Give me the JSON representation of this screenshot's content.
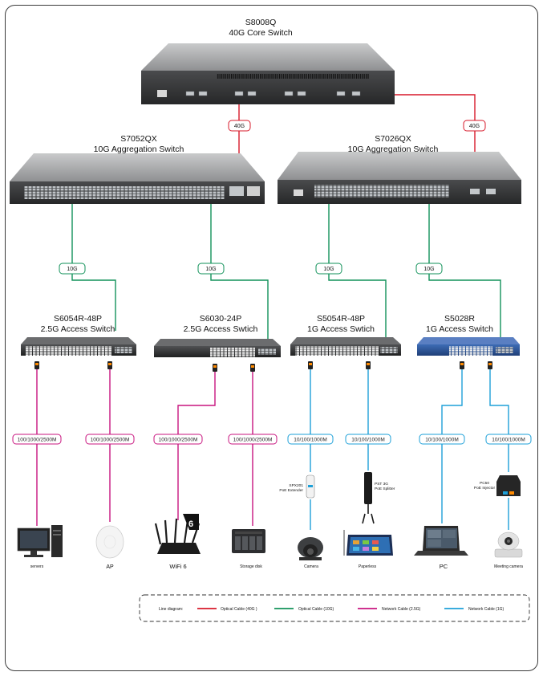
{
  "switches": {
    "core": {
      "model": "S8008Q",
      "role": "40G Core Switch"
    },
    "agg_left": {
      "model": "S7052QX",
      "role": "10G Aggregation Switch"
    },
    "agg_right": {
      "model": "S7026QX",
      "role": "10G Aggregation Switch"
    },
    "access1": {
      "model": "S6054R-48P",
      "role": "2.5G Access Switch"
    },
    "access2": {
      "model": "S6030-24P",
      "role": "2.5G Access Swtich"
    },
    "access3": {
      "model": "S5054R-48P",
      "role": "1G Access Swtich"
    },
    "access4": {
      "model": "S5028R",
      "role": "1G Access Switch"
    }
  },
  "uplinks": {
    "core_left": "40G",
    "core_right": "40G",
    "agg1": "10G",
    "agg2": "10G",
    "agg3": "10G",
    "agg4": "10G"
  },
  "endpoint_links": [
    "100/1000/2500M",
    "100/1000/2500M",
    "100/1000/2500M",
    "100/1000/2500M",
    "10/100/1000M",
    "10/100/1000M",
    "10/100/1000M",
    "10/100/1000M"
  ],
  "inline_devices": {
    "extender": {
      "model": "SPX201",
      "name": "PoE Extender"
    },
    "splitter": {
      "model": "PST 3G",
      "name": "PoE Splitter"
    },
    "injector": {
      "model": "PC50",
      "name": "PoE Injector"
    }
  },
  "endpoints": [
    "servers",
    "AP",
    "WiFi 6",
    "Storage disk",
    "Camera",
    "Paperless",
    "PC",
    "Meeting camera"
  ],
  "wifi_badge": "6",
  "legend": {
    "title": "Line diagram:",
    "items": [
      {
        "label": "Optical Cable (40G )",
        "color": "#d7192a"
      },
      {
        "label": "Optical Cable (10G)",
        "color": "#12925a"
      },
      {
        "label": "Network Cable (2.5G)",
        "color": "#c8157f"
      },
      {
        "label": "Network Cable (1G)",
        "color": "#1ea0d8"
      }
    ]
  },
  "colors": {
    "red": "#d7192a",
    "green": "#12925a",
    "magenta": "#c8157f",
    "blue": "#1ea0d8"
  }
}
